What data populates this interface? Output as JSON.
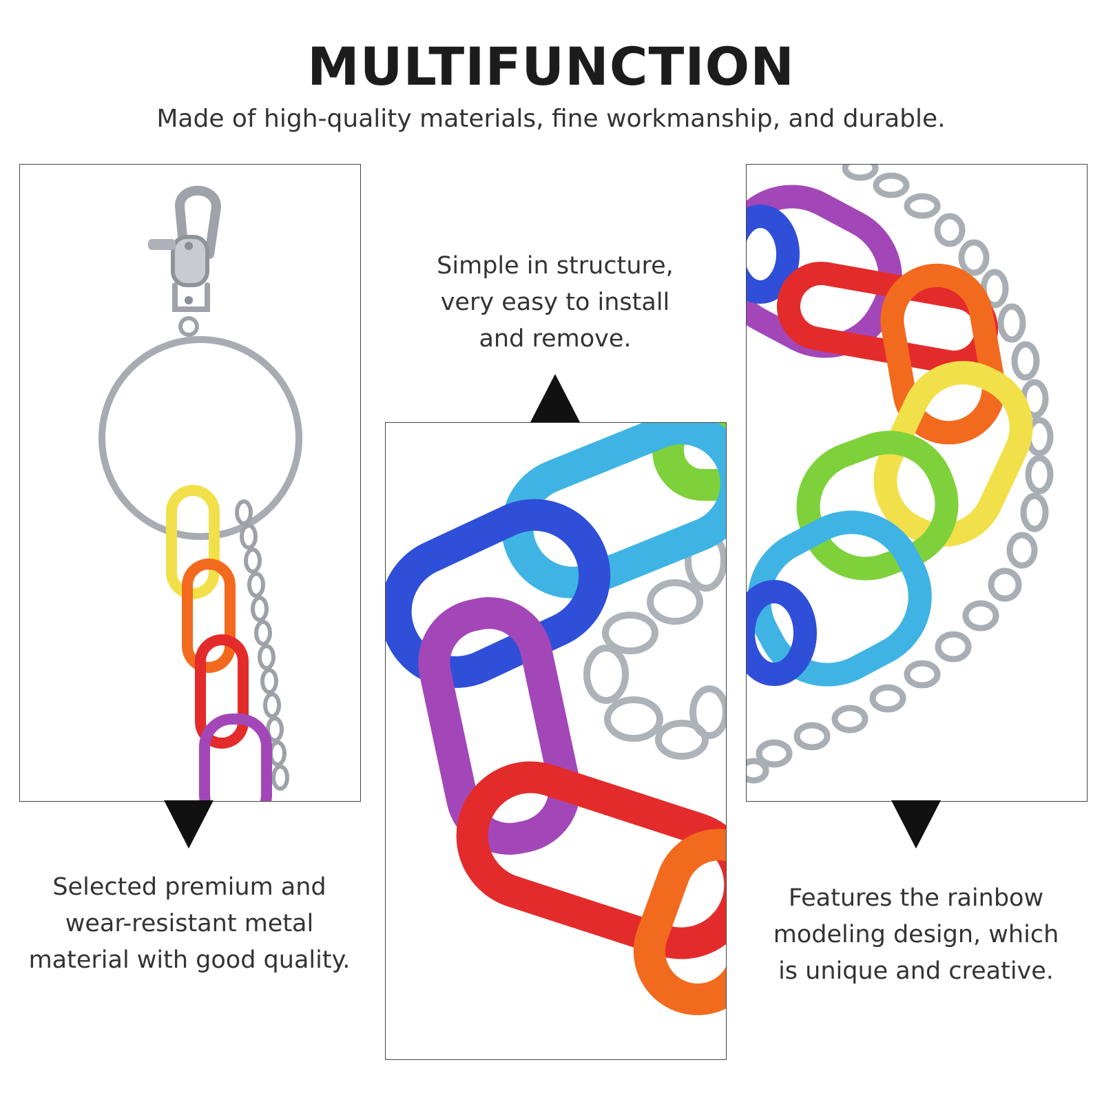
{
  "header": {
    "title": "MULTIFUNCTION",
    "subtitle": "Made of high-quality materials, fine workmanship, and durable."
  },
  "features": [
    {
      "caption": "Selected premium and\nwear-resistant metal\nmaterial with good quality."
    },
    {
      "caption": "Simple in structure,\nvery easy to install\nand remove."
    },
    {
      "caption": "Features the rainbow\nmodeling design, which\nis unique and creative."
    }
  ],
  "colors": {
    "yellow": "#f2e04a",
    "orange": "#f26a1e",
    "red": "#e42b2b",
    "purple": "#a347b8",
    "blue": "#2f4fd8",
    "light_blue": "#3fb4e4",
    "green": "#7ed13a",
    "metal": "#b8bcc2"
  }
}
